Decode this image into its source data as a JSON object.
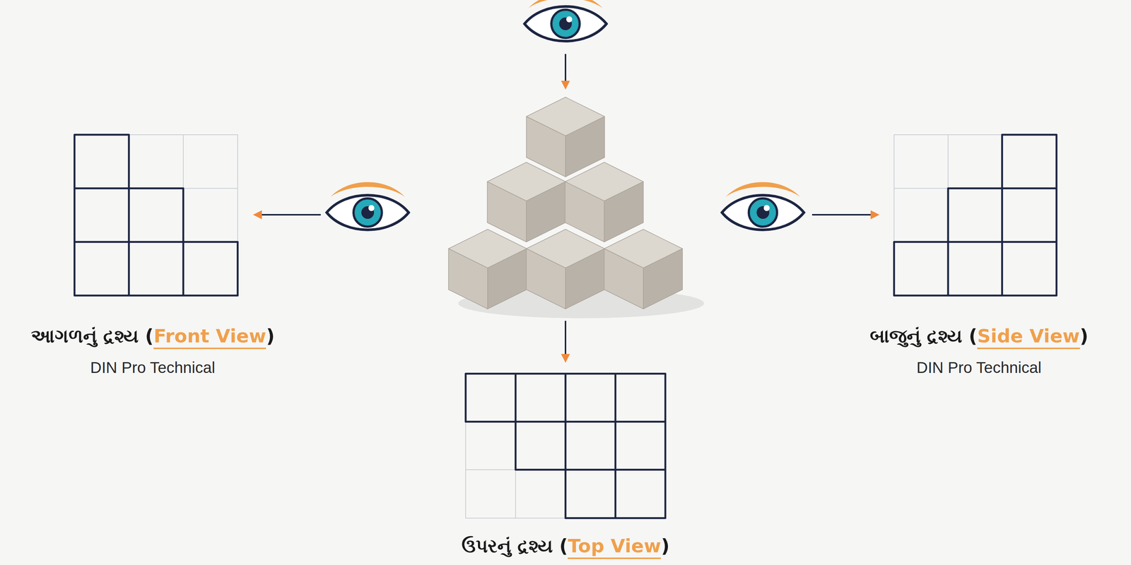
{
  "diagram": {
    "nodes": [
      {
        "text": [
          "આગળનું દ્રશ્ય (Front View)",
          "DIN Pro Technical"
        ]
      },
      {
        "text": [
          "બાજુનું દ્રશ્ય (Side View)",
          "DIN Pro Technical"
        ]
      },
      {
        "text": [
          "ઉપરનું દ્રશ્ય (Top View)"
        ]
      }
    ]
  }
}
